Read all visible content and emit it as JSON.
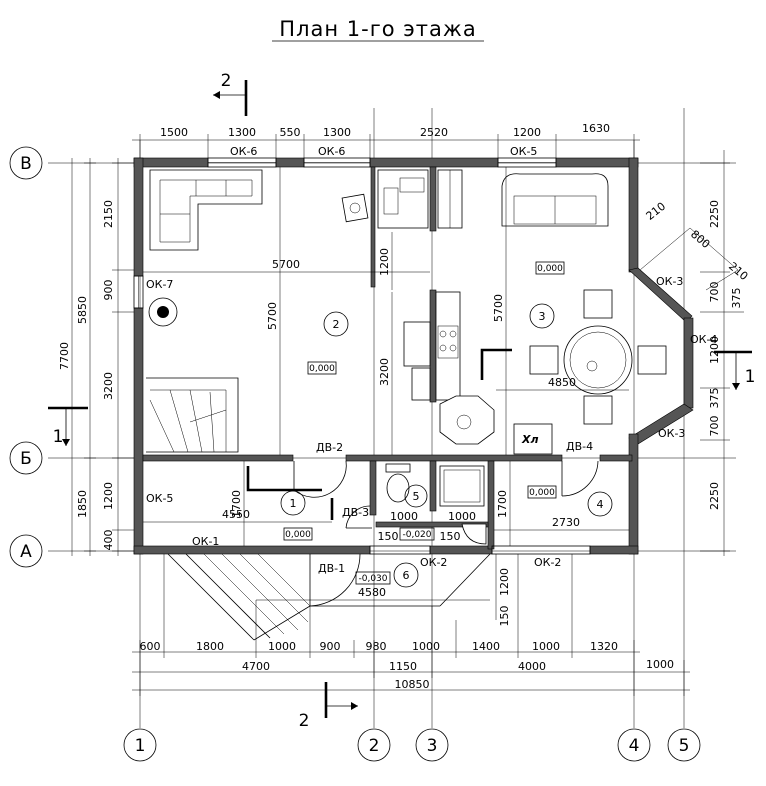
{
  "title": "План 1-го этажа",
  "section_marks": {
    "top": "2",
    "bottom": "2",
    "left": "1",
    "right": "1"
  },
  "axes": {
    "v1": "1",
    "v2": "2",
    "v3": "3",
    "v4": "4",
    "v5": "5",
    "hA": "А",
    "hB": "Б",
    "hV": "В"
  },
  "dims_top": {
    "d1": "1500",
    "d2": "1300",
    "d3": "550",
    "d4": "1300",
    "d5": "2520",
    "d6": "1200",
    "d7": "1630"
  },
  "dims_left": {
    "a": "2150",
    "b": "900",
    "c": "3200",
    "d": "1200",
    "e": "400",
    "f": "5850",
    "g": "1850",
    "h": "7700"
  },
  "dims_right": {
    "a": "2250",
    "b": "375",
    "c": "700",
    "d": "1200",
    "e": "375",
    "f": "700",
    "g": "2250"
  },
  "dims_bottom_row1": {
    "a": "600",
    "b": "1800",
    "c": "1000",
    "d": "900",
    "e": "980",
    "f": "1000",
    "g": "1400",
    "h": "1000",
    "i": "1320"
  },
  "dims_bottom_row2": {
    "a": "4700",
    "b": "1150",
    "c": "4000",
    "d": "1000"
  },
  "dims_bottom_total": "10850",
  "dims_inner": {
    "w5700": "5700",
    "h5700a": "5700",
    "h5700b": "5700",
    "h1200": "1200",
    "h3200": "3200",
    "w4850": "4850",
    "w4550": "4550",
    "h1700a": "1700",
    "w1000a": "1000",
    "w1000b": "1000",
    "h1700b": "1700",
    "w2730": "2730",
    "w150a": "150",
    "w150b": "150",
    "w4580": "4580",
    "h1200b": "1200",
    "h150": "150",
    "bay210a": "210",
    "bay800": "800",
    "bay210b": "210"
  },
  "windows": {
    "ok6a": "ОК-6",
    "ok6b": "ОК-6",
    "ok5top": "ОК-5",
    "ok7": "ОК-7",
    "ok3a": "ОК-3",
    "ok4": "ОК-4",
    "ok3b": "ОК-3",
    "ok5left": "ОК-5",
    "ok1": "ОК-1",
    "ok2a": "ОК-2",
    "ok2b": "ОК-2"
  },
  "doors": {
    "dv2": "ДВ-2",
    "dv3": "ДВ-3",
    "dv1": "ДВ-1",
    "dv4": "ДВ-4"
  },
  "rooms": {
    "r1": "1",
    "r2": "2",
    "r3": "3",
    "r4": "4",
    "r5": "5",
    "r6": "6"
  },
  "levels": {
    "l2": "0,000",
    "l3": "0,000",
    "l1": "0,000",
    "l4": "0,000",
    "l5": "-0,020",
    "l6": "-0,030"
  },
  "fridge": "Хл"
}
